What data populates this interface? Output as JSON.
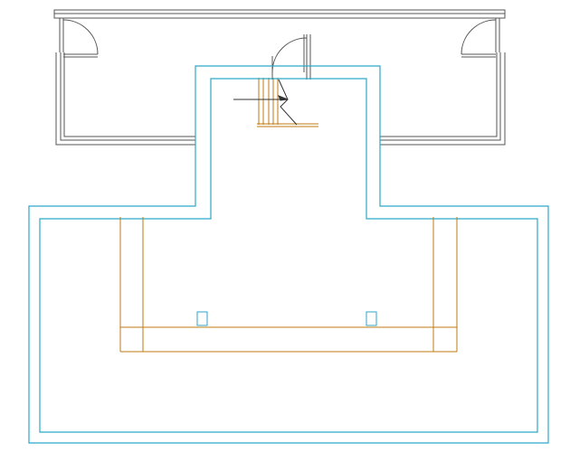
{
  "drawing": {
    "type": "architectural floor plan",
    "colors": {
      "building_outline": "#555555",
      "foundation_wall": "#2ea6c8",
      "footing_stair": "#c07a12",
      "annotation": "#333333",
      "background": "#ffffff"
    },
    "elements": [
      "upper-floor-outline",
      "entrance-doors",
      "stair-with-up-arrow",
      "foundation-outline",
      "footing-outline",
      "column-pads"
    ]
  }
}
